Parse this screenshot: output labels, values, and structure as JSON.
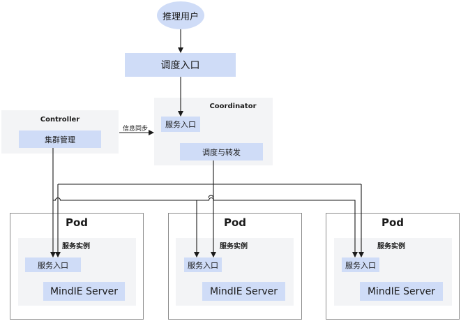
{
  "user": {
    "label": "推理用户"
  },
  "entry": {
    "label": "调度入口"
  },
  "controller": {
    "title": "Controller",
    "box": "集群管理"
  },
  "sync_label": "信息同步",
  "coordinator": {
    "title": "Coordinator",
    "service_entry": "服务入口",
    "dispatch": "调度与转发"
  },
  "pods": [
    {
      "title": "Pod",
      "instance": "服务实例",
      "entry": "服务入口",
      "server": "MindIE Server"
    },
    {
      "title": "Pod",
      "instance": "服务实例",
      "entry": "服务入口",
      "server": "MindIE Server"
    },
    {
      "title": "Pod",
      "instance": "服务实例",
      "entry": "服务入口",
      "server": "MindIE Server"
    }
  ],
  "colors": {
    "blue_box": "#cfdcf7",
    "gray_panel": "#f3f4f6",
    "line": "#1a1a1a",
    "pod_border": "#8c8c8c"
  }
}
